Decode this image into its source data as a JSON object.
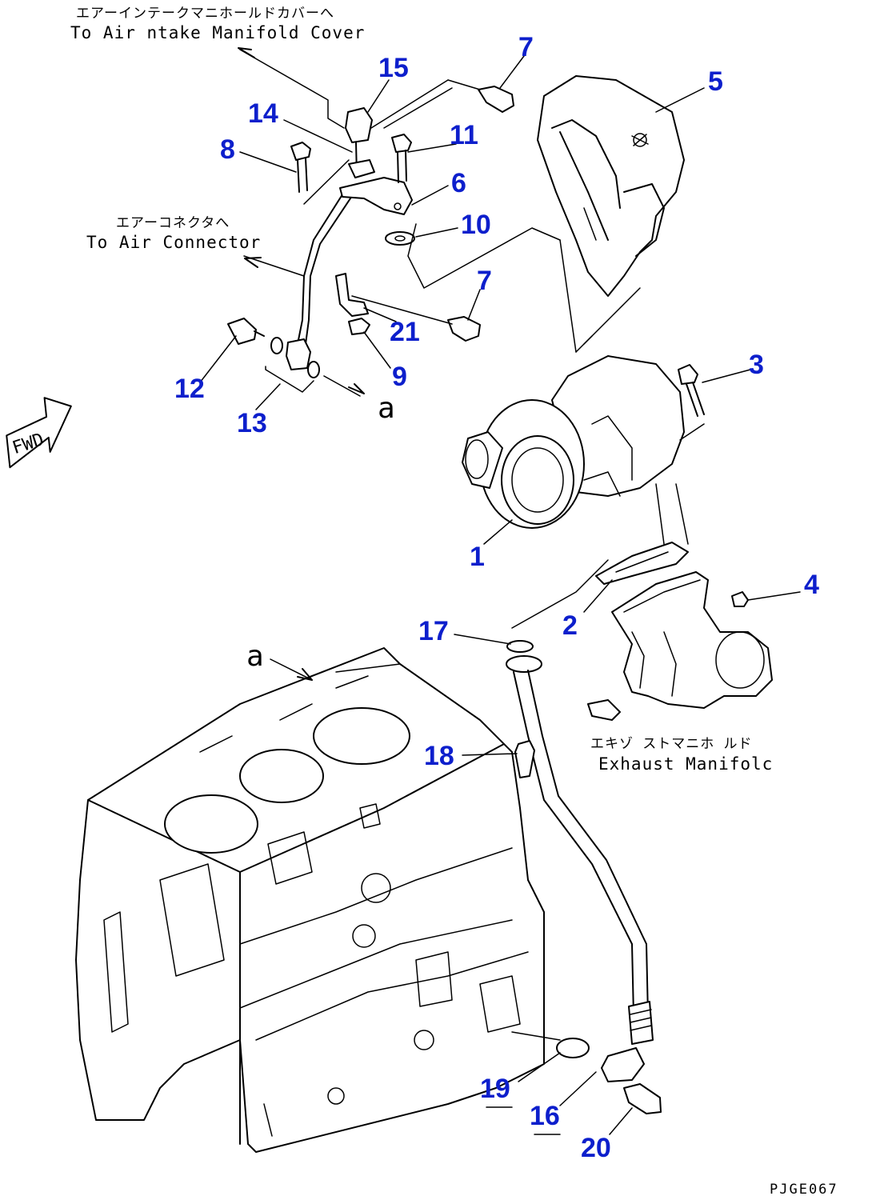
{
  "labels": {
    "air_intake_jp": "エアーインテークマニホールドカバーへ",
    "air_intake_en": "To Air  ntake Manifold Cover",
    "air_connector_jp": "エアーコネクタへ",
    "air_connector_en": "To Air Connector",
    "exhaust_jp": "エキゾ ストマニホ ルド",
    "exhaust_en": "Exhaust Manifolc",
    "fwd": "FWD",
    "ref_a_top": "a",
    "ref_a_block": "a",
    "drawing_code": "PJGE067"
  },
  "callouts": {
    "c1": "1",
    "c2": "2",
    "c3": "3",
    "c4": "4",
    "c5": "5",
    "c6": "6",
    "c7a": "7",
    "c7b": "7",
    "c8": "8",
    "c9": "9",
    "c10": "10",
    "c11": "11",
    "c12": "12",
    "c13": "13",
    "c14": "14",
    "c15": "15",
    "c16": "16",
    "c17": "17",
    "c18": "18",
    "c19": "19",
    "c20": "20",
    "c21": "21"
  },
  "colors": {
    "callout": "#0d1fcc",
    "line": "#000000",
    "background": "#ffffff"
  }
}
